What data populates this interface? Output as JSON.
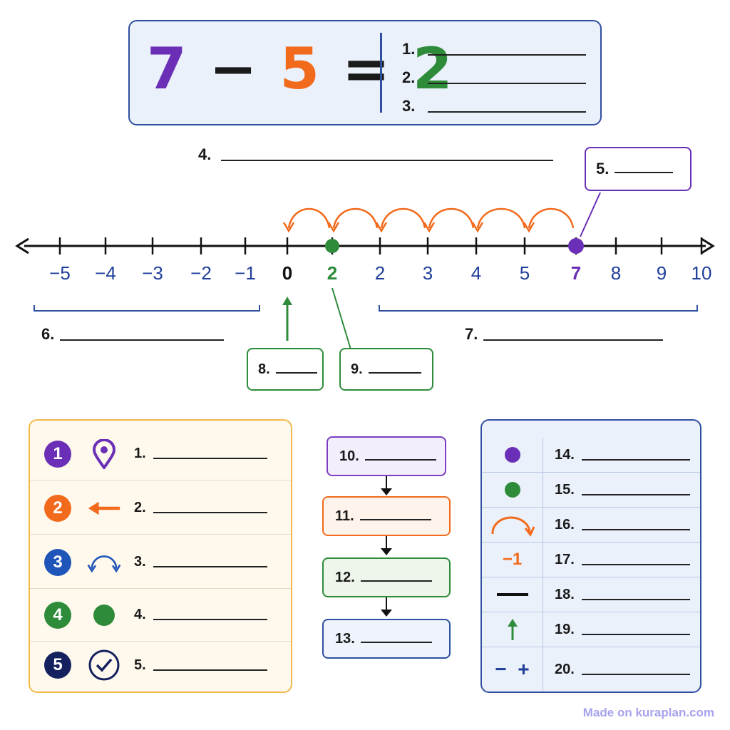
{
  "equation": {
    "first": "7",
    "op": "−",
    "second": "5",
    "equals": "=",
    "result": "2"
  },
  "equation_prompts": [
    "1.",
    "2.",
    "3."
  ],
  "title_prompt": "4.",
  "start_callout": "5.",
  "left_range_prompt": "6.",
  "right_range_prompt": "7.",
  "zero_callout": "8.",
  "answer_callout": "9.",
  "number_line": {
    "tick_labels": [
      "−5",
      "−4",
      "−3",
      "−2",
      "−1",
      "0",
      "2",
      "2",
      "3",
      "4",
      "5",
      "7",
      "8",
      "9",
      "10"
    ],
    "start_point": "7",
    "end_point": "2",
    "hops": 6
  },
  "legend": [
    {
      "badge": "1",
      "icon": "map-pin-icon",
      "prompt": "1."
    },
    {
      "badge": "2",
      "icon": "arrow-left-icon",
      "prompt": "2."
    },
    {
      "badge": "3",
      "icon": "hop-arc-icon",
      "prompt": "3."
    },
    {
      "badge": "4",
      "icon": "dot-icon",
      "prompt": "4."
    },
    {
      "badge": "5",
      "icon": "check-circle-icon",
      "prompt": "5."
    }
  ],
  "flow": [
    "10.",
    "11.",
    "12.",
    "13."
  ],
  "key": [
    {
      "symbol": "purple-dot-icon",
      "prompt": "14."
    },
    {
      "symbol": "green-dot-icon",
      "prompt": "15."
    },
    {
      "symbol": "orange-arc-icon",
      "prompt": "16."
    },
    {
      "symbol": "−1",
      "prompt": "17."
    },
    {
      "symbol": "line-icon",
      "prompt": "18."
    },
    {
      "symbol": "up-arrow-icon",
      "prompt": "19."
    },
    {
      "symbol": "−  +",
      "prompt": "20."
    }
  ],
  "footer": "Made on kuraplan.com",
  "colors": {
    "purple": "#6a2fb6",
    "orange": "#f26b1d",
    "green": "#2e8b3a",
    "navy": "#2f4fa0",
    "darknavy": "#15215f"
  }
}
